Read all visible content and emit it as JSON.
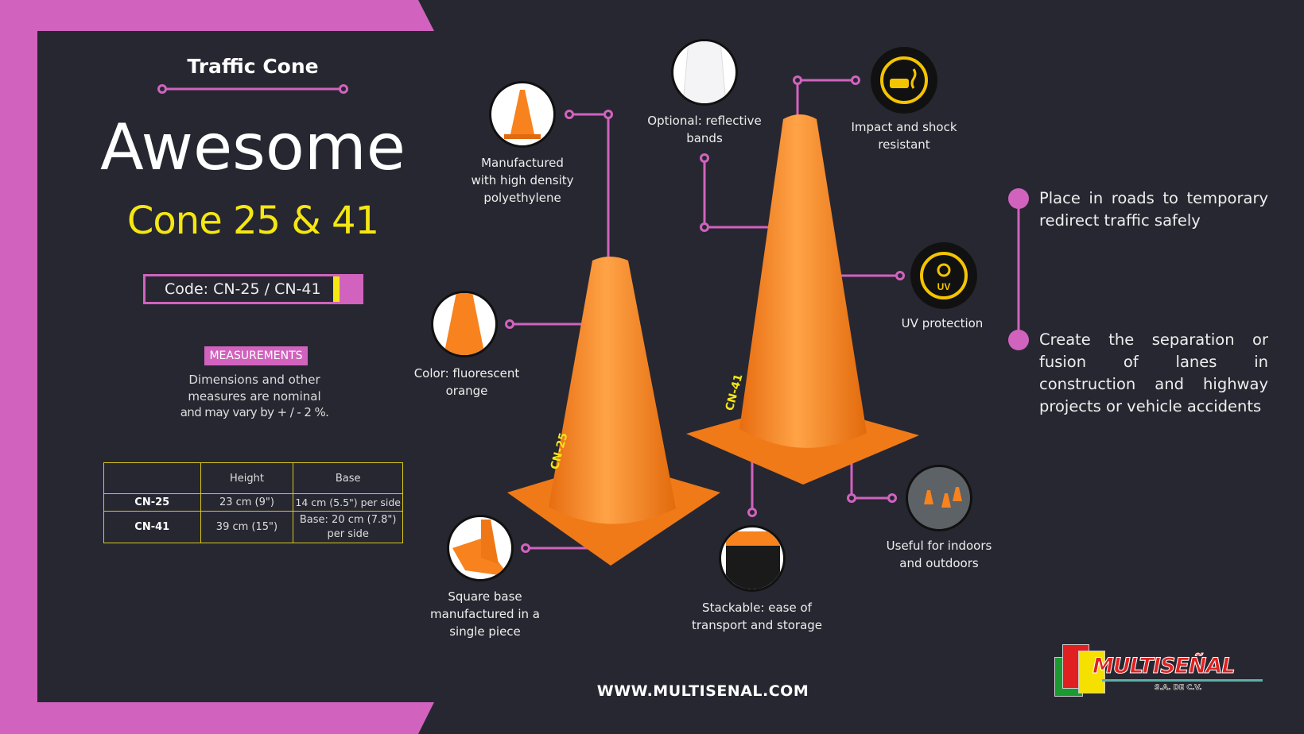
{
  "colors": {
    "accent": "#d163be",
    "yellow": "#f5e712",
    "background": "#272731",
    "cone": "#f7821e"
  },
  "left": {
    "eyebrow": "Traffic Cone",
    "title": "Awesome",
    "subtitle": "Cone 25 & 41",
    "code": "Code: CN-25 / CN-41",
    "measurements_label": "MEASUREMENTS",
    "note": [
      "Dimensions and other",
      "measures are nominal",
      "and may vary by + / - 2 %."
    ],
    "table": {
      "headers": [
        "",
        "Height",
        "Base"
      ],
      "rows": [
        [
          "CN-25",
          "23 cm (9\")",
          "14 cm (5.5\") per side"
        ],
        [
          "CN-41",
          "39 cm (15\")",
          "Base: 20 cm (7.8\") per side"
        ]
      ]
    }
  },
  "cones": {
    "small_label": "CN-25",
    "large_label": "CN-41"
  },
  "callouts": [
    {
      "icon": "cone-icon",
      "lines": [
        "Manufactured",
        "with high density",
        "polyethylene"
      ]
    },
    {
      "icon": "reflective-band-icon",
      "lines": [
        "Optional: reflective",
        "bands"
      ]
    },
    {
      "icon": "impact-car-icon",
      "lines": [
        "Impact and shock",
        "resistant"
      ]
    },
    {
      "icon": "uv-sun-icon",
      "lines": [
        "UV protection"
      ],
      "badge": "UV"
    },
    {
      "icon": "orange-cone-icon",
      "lines": [
        "Color: fluorescent",
        "orange"
      ]
    },
    {
      "icon": "square-base-icon",
      "lines": [
        "Square base",
        "manufactured in a",
        "single piece"
      ]
    },
    {
      "icon": "stacked-cones-icon",
      "lines": [
        "Stackable: ease of",
        "transport and storage"
      ]
    },
    {
      "icon": "road-cones-icon",
      "lines": [
        "Useful for indoors",
        "and outdoors"
      ]
    }
  ],
  "uses": [
    "Place in roads to temporary redirect traffic safely",
    "Create the separation or fusion of lanes in construction and highway projects or vehicle accidents"
  ],
  "footer": {
    "url": "WWW.MULTISENAL.COM",
    "logo": "MULTISEÑAL",
    "logo_sub": "S.A. DE C.V."
  }
}
